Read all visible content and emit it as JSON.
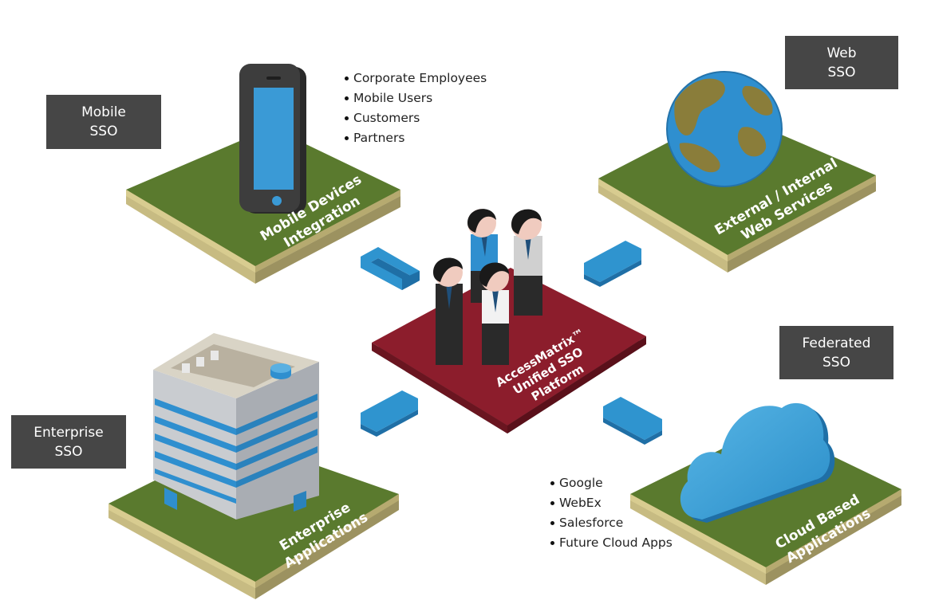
{
  "boxes": {
    "mobile": [
      "Mobile",
      "SSO"
    ],
    "web": [
      "Web",
      "SSO"
    ],
    "enterprise": [
      "Enterprise",
      "SSO"
    ],
    "federated": [
      "Federated",
      "SSO"
    ]
  },
  "tiles": {
    "mobile": [
      "Mobile Devices",
      "Integration"
    ],
    "web": [
      "External / Internal",
      "Web Services"
    ],
    "enterprise": [
      "Enterprise",
      "Applications"
    ],
    "cloud": [
      "Cloud Based",
      "Applications"
    ],
    "platform": [
      "AccessMatrix™",
      "Unified SSO",
      "Platform"
    ]
  },
  "users_list": [
    "Corporate Employees",
    "Mobile Users",
    "Customers",
    "Partners"
  ],
  "cloud_list": [
    "Google",
    "WebEx",
    "Salesforce",
    "Future Cloud Apps"
  ],
  "colors": {
    "tile_green": "#5a7a2e",
    "tile_edge": "#b8ad76",
    "platform_red": "#8c1d2c",
    "arrow_blue": "#2f94cf",
    "label_box": "#464646"
  }
}
